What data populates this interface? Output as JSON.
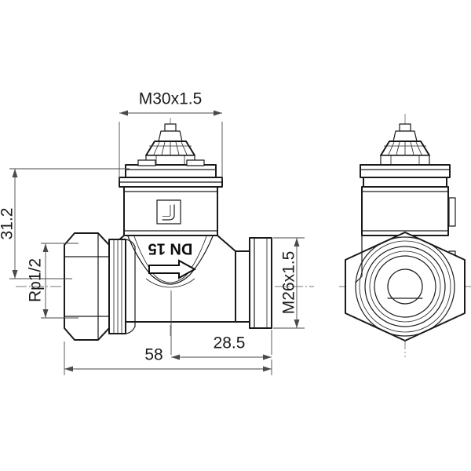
{
  "drawing": {
    "title": "Valve body technical drawing",
    "background_color": "#ffffff",
    "line_color": "#1a1a1a",
    "dimension_color": "#4a4a4a",
    "centerline_color": "#777777"
  },
  "dimensions": {
    "thread_top": "M30x1.5",
    "height_left": "31.2",
    "inlet_thread": "Rp1/2",
    "outlet_thread": "M26x1.5",
    "length_total": "58",
    "length_partial": "28.5"
  },
  "body_markings": {
    "nominal_size": "DN 15",
    "logo": "manufacturer-logo-hook",
    "flow_direction": "flow-arrow-right"
  },
  "views": {
    "side": "side-section-view",
    "end": "end-front-view"
  }
}
